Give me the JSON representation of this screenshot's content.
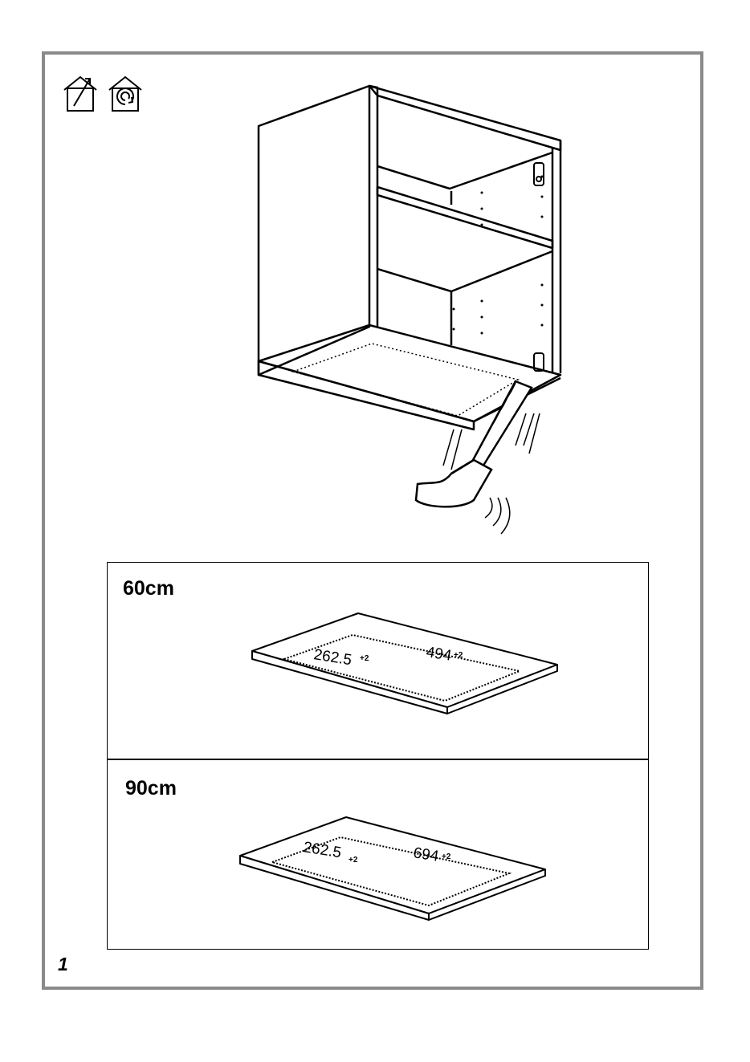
{
  "icons": [
    "house-exhaust-icon",
    "house-recirculation-icon"
  ],
  "panels": [
    {
      "label": "60cm",
      "dim_a": "262.5",
      "dim_a_tol": "+2",
      "dim_b": "494",
      "dim_b_tol": "+2"
    },
    {
      "label": "90cm",
      "dim_a": "262.5",
      "dim_a_tol": "+2",
      "dim_b": "694",
      "dim_b_tol": "+2"
    }
  ],
  "page_number": "1",
  "colors": {
    "frame": "#8a8a8a",
    "ink": "#000000"
  }
}
